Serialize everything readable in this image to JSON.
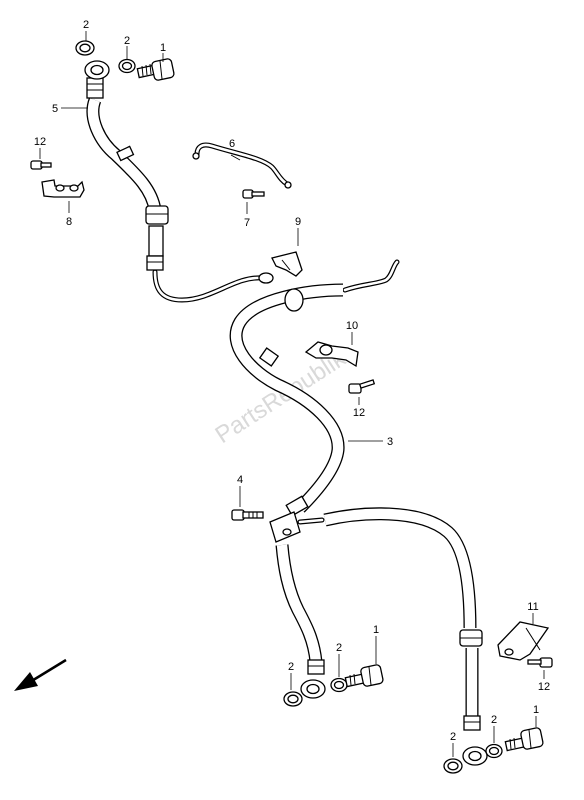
{
  "watermark": "PartsRepublik",
  "callouts": {
    "c2_top_a": "2",
    "c2_top_b": "2",
    "c1_top": "1",
    "c5": "5",
    "c6": "6",
    "c12_left": "12",
    "c8": "8",
    "c7": "7",
    "c9": "9",
    "c10": "10",
    "c12_mid": "12",
    "c3": "3",
    "c4": "4",
    "c11": "11",
    "c12_right": "12",
    "c2_mid_a": "2",
    "c2_mid_b": "2",
    "c1_mid": "1",
    "c2_bot_a": "2",
    "c2_bot_b": "2",
    "c1_bot": "1"
  }
}
